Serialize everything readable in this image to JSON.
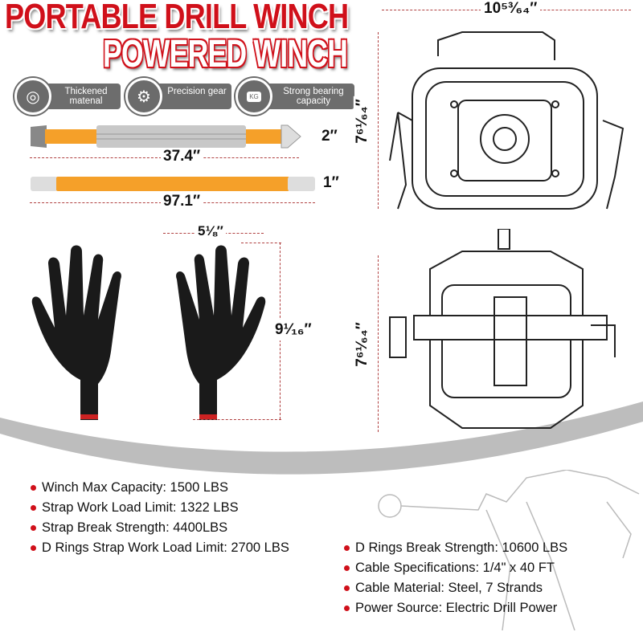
{
  "header": {
    "title_line1": "PORTABLE DRILL WINCH",
    "title_line2": "POWERED WINCH"
  },
  "features": [
    {
      "icon": "rolls-icon",
      "label": "Thickened matenal"
    },
    {
      "icon": "gear-icon",
      "label": "Precision gear"
    },
    {
      "icon": "weight-kg-icon",
      "label": "Strong bearing capacity",
      "icon_text": "KG"
    }
  ],
  "dimensions": {
    "strap_width": "2″",
    "strap_length": "37.4″",
    "cable_strap_width": "1″",
    "cable_strap_length": "97.1″",
    "glove_width": "5⅛″",
    "glove_length": "9¹⁄₁₆″",
    "winch_width": "10⁵³⁄₆₄″",
    "winch_height_front": "7⁶¹⁄₆₄″",
    "winch_height_bottom": "7⁶¹⁄₆₄″"
  },
  "specs_left": [
    "Winch Max Capacity: 1500 LBS",
    "Strap Work Load Limit: 1322 LBS",
    "Strap Break Strength: 4400LBS",
    "D Rings Strap Work Load Limit: 2700 LBS"
  ],
  "specs_right": [
    "D Rings Break Strength: 10600 LBS",
    "Cable Specifications: 1/4\" x 40 FT",
    "Cable Material: Steel, 7 Strands",
    "Power Source: Electric Drill Power"
  ],
  "colors": {
    "brand_red": "#d0101a",
    "strap_orange": "#f5a029",
    "gray": "#6d6d6d"
  }
}
